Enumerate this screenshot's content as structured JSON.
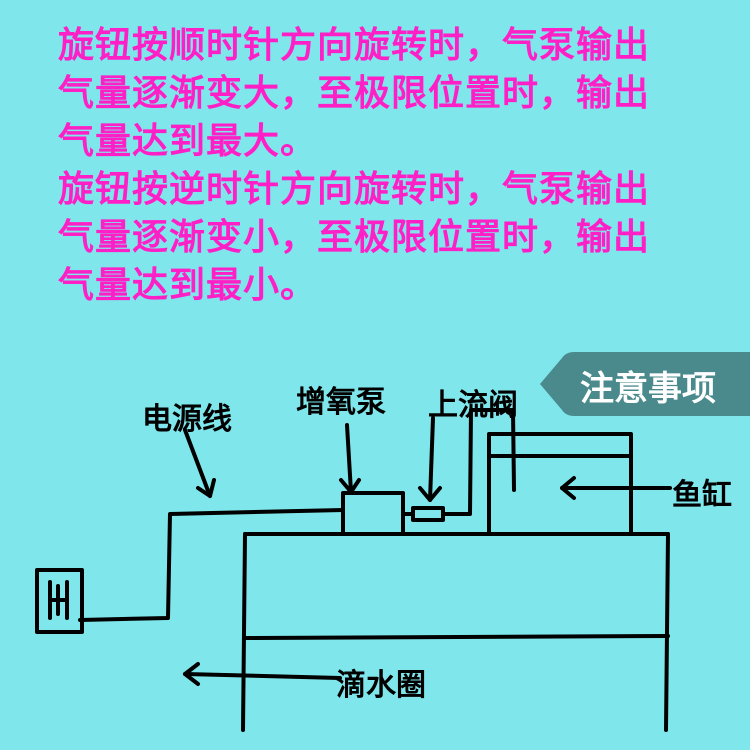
{
  "instructions": {
    "clockwise": [
      "旋钮按顺时针方向旋转时，气泵输出",
      "气量逐渐变大，至极限位置时，输出",
      "气量达到最大。"
    ],
    "counterclockwise": [
      "旋钮按逆时针方向旋转时，气泵输出",
      "气量逐渐变小，至极限位置时，输出",
      "气量达到最小。"
    ]
  },
  "badge": {
    "text": "注意事项",
    "color": "#4a8a8c"
  },
  "labels": {
    "power_cord": "电源线",
    "air_pump": "增氧泵",
    "check_valve": "上流阀",
    "fish_tank": "鱼缸",
    "drip_loop": "滴水圈"
  },
  "colors": {
    "background": "#7fe6ec",
    "text": "#ff1fc6",
    "line": "#000000"
  },
  "icons": {
    "socket": "wall-socket-icon"
  }
}
